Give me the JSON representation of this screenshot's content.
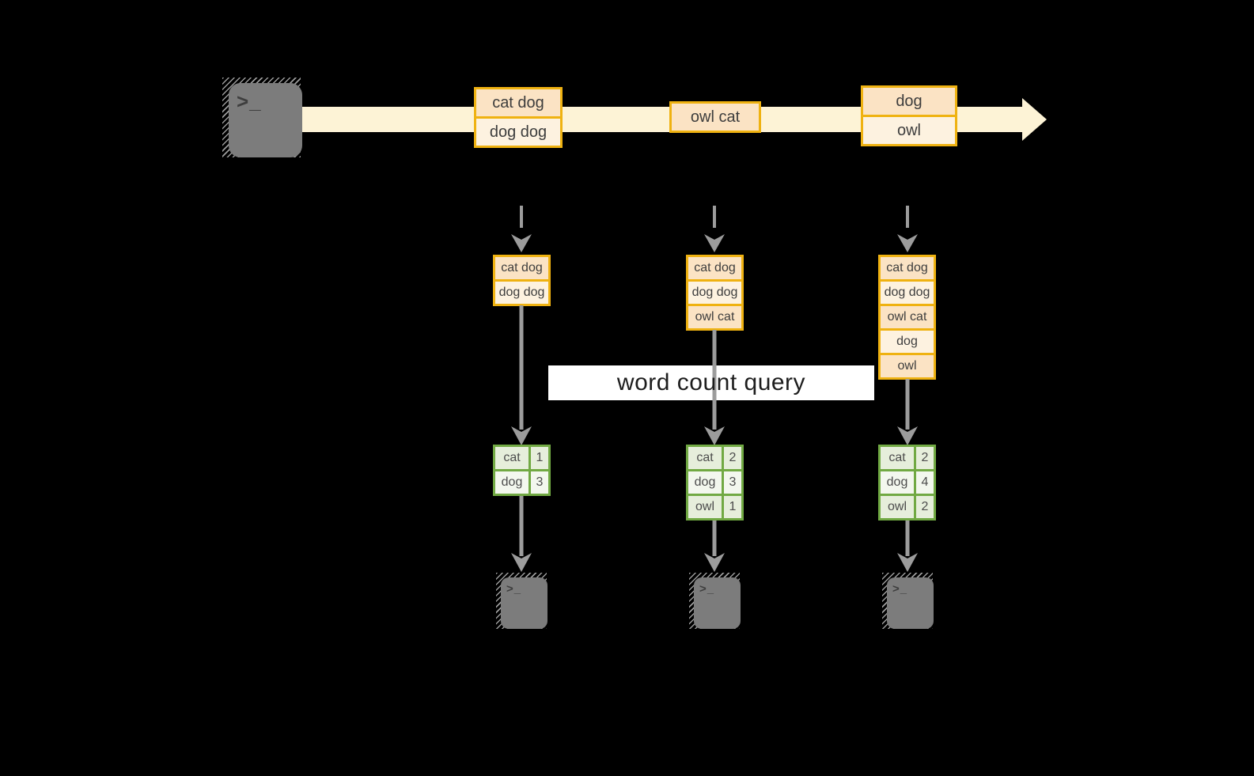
{
  "query_label": "word count query",
  "terminal_glyph": ">_",
  "stream_events": [
    {
      "rows": [
        "cat dog",
        "dog dog"
      ]
    },
    {
      "rows": [
        "owl cat"
      ]
    },
    {
      "rows": [
        "dog",
        "owl"
      ]
    }
  ],
  "batches": [
    {
      "rows": [
        "cat dog",
        "dog dog"
      ]
    },
    {
      "rows": [
        "cat dog",
        "dog dog",
        "owl cat"
      ]
    },
    {
      "rows": [
        "cat dog",
        "dog dog",
        "owl cat",
        "dog",
        "owl"
      ]
    }
  ],
  "word_counts": [
    {
      "rows": [
        {
          "word": "cat",
          "count": "1"
        },
        {
          "word": "dog",
          "count": "3"
        }
      ]
    },
    {
      "rows": [
        {
          "word": "cat",
          "count": "2"
        },
        {
          "word": "dog",
          "count": "3"
        },
        {
          "word": "owl",
          "count": "1"
        }
      ]
    },
    {
      "rows": [
        {
          "word": "cat",
          "count": "2"
        },
        {
          "word": "dog",
          "count": "4"
        },
        {
          "word": "owl",
          "count": "2"
        }
      ]
    }
  ],
  "colors": {
    "background": "#000000",
    "stream_band": "#fdf3d6",
    "event_border": "#efb211",
    "event_fill_dark": "#fbe3c4",
    "event_fill_light": "#fdf2e0",
    "table_border": "#71a943",
    "table_fill_dark": "#e6eedb",
    "table_fill_light": "#f3f7ee",
    "arrow_gray": "#9c9c9c",
    "terminal_gray": "#7c7c7c",
    "label_background": "#ffffff"
  }
}
